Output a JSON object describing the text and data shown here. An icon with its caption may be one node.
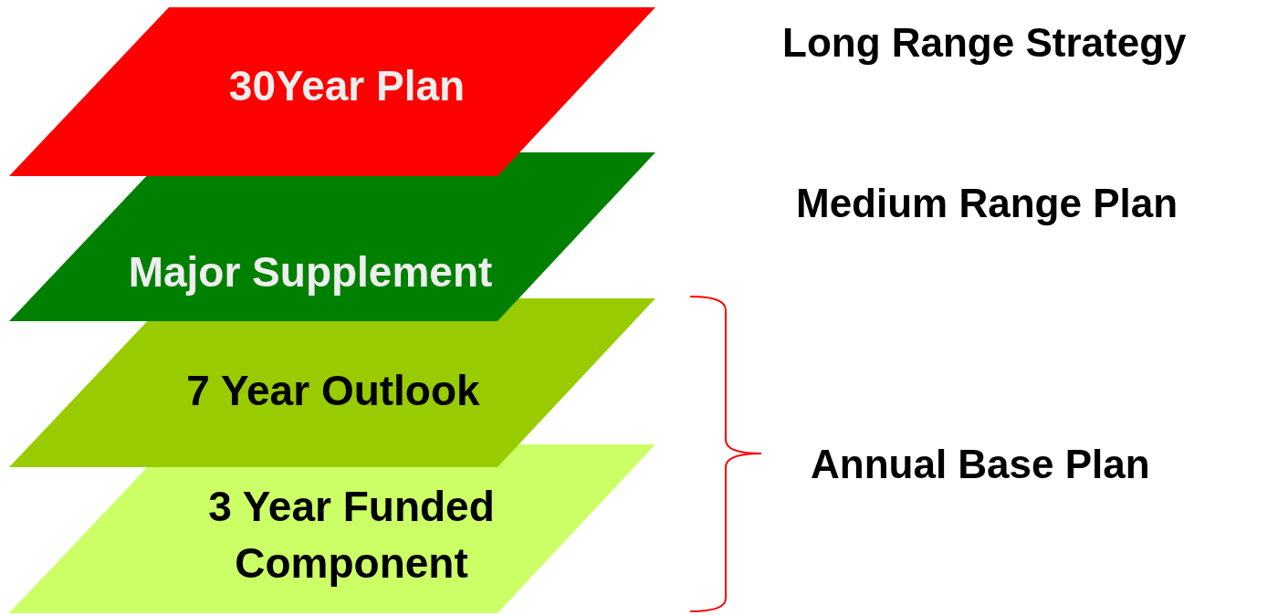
{
  "diagram": {
    "nodes": [
      {
        "text": [
          "30Year Plan"
        ]
      },
      {
        "text": [
          "Major Supplement"
        ]
      },
      {
        "text": [
          "7 Year Outlook"
        ]
      },
      {
        "text": [
          "3 Year Funded Component"
        ]
      }
    ],
    "labels": [
      "Long Range Strategy",
      "Medium Range Plan",
      "Annual Base Plan"
    ]
  }
}
